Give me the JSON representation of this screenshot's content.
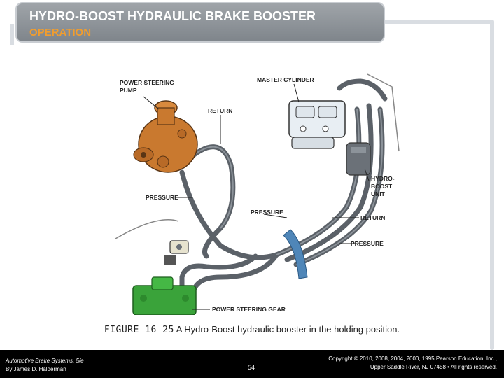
{
  "slide": {
    "title": "HYDRO-BOOST HYDRAULIC BRAKE BOOSTER",
    "subtitle": "OPERATION"
  },
  "figure": {
    "labels": {
      "power_steering_pump": "POWER STEERING PUMP",
      "power_steering_pump_line1": "POWER STEERING",
      "power_steering_pump_line2": "PUMP",
      "master_cylinder": "MASTER CYLINDER",
      "return_top": "RETURN",
      "pressure_left": "PRESSURE",
      "pressure_middle": "PRESSURE",
      "hydro_boost_line1": "HYDRO-",
      "hydro_boost_line2": "BOOST",
      "hydro_boost_line3": "UNIT",
      "return_right": "RETURN",
      "pressure_right": "PRESSURE",
      "power_steering_gear": "POWER STEERING GEAR"
    },
    "colors": {
      "pump": "#c9792f",
      "gear": "#3aa33a",
      "hose": "#5b6168",
      "strap": "#4f86b8",
      "reservoir": "#e8eef3"
    }
  },
  "caption": {
    "figure_number": "FIGURE 16–25",
    "text": " A Hydro-Boost hydraulic booster in the holding position."
  },
  "footer": {
    "book_title": "Automotive Brake Systems, 5/e",
    "author": "By James D. Halderman",
    "page_number": "54",
    "copyright_line1": "Copyright © 2010, 2008, 2004, 2000, 1995 Pearson Education, Inc.,",
    "copyright_line2": "Upper Saddle River, NJ 07458 • All rights reserved."
  }
}
